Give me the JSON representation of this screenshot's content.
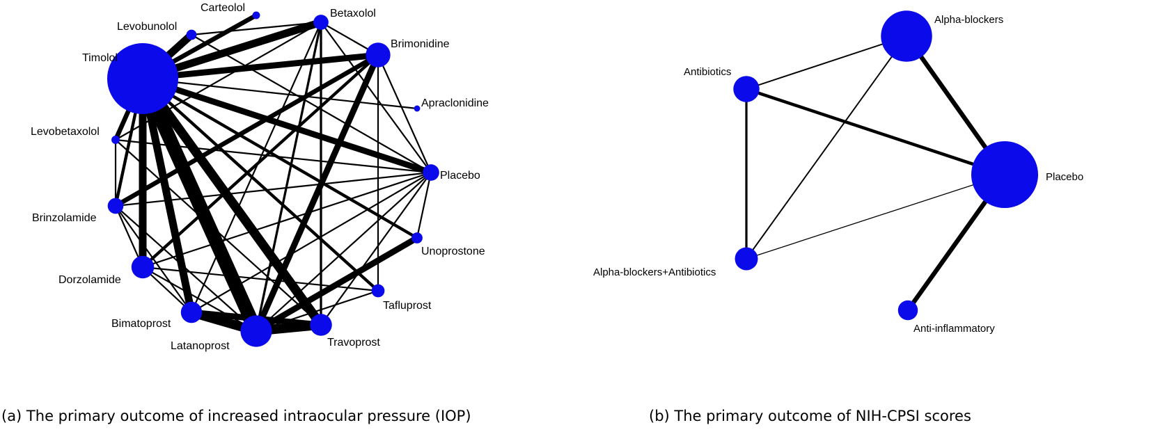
{
  "panels": [
    {
      "id": "a",
      "caption": "(a) The primary outcome of increased intraocular pressure (IOP)",
      "nodes": [
        {
          "id": "timolol",
          "label": "Timolol",
          "size": 0.98
        },
        {
          "id": "levobunolol",
          "label": "Levobunolol",
          "size": 0.09
        },
        {
          "id": "carteolol",
          "label": "Carteolol",
          "size": 0.05
        },
        {
          "id": "betaxolol",
          "label": "Betaxolol",
          "size": 0.16
        },
        {
          "id": "brimonidine",
          "label": "Brimonidine",
          "size": 0.3
        },
        {
          "id": "apraclonidine",
          "label": "Apraclonidine",
          "size": 0.03
        },
        {
          "id": "placebo",
          "label": "Placebo",
          "size": 0.18
        },
        {
          "id": "unoprostone",
          "label": "Unoprostone",
          "size": 0.1
        },
        {
          "id": "tafluprost",
          "label": "Tafluprost",
          "size": 0.13
        },
        {
          "id": "travoprost",
          "label": "Travoprost",
          "size": 0.26
        },
        {
          "id": "latanoprost",
          "label": "Latanoprost",
          "size": 0.4
        },
        {
          "id": "bimatoprost",
          "label": "Bimatoprost",
          "size": 0.25
        },
        {
          "id": "dorzolamide",
          "label": "Dorzolamide",
          "size": 0.27
        },
        {
          "id": "brinzolamide",
          "label": "Brinzolamide",
          "size": 0.17
        },
        {
          "id": "levobetaxolol",
          "label": "Levobetaxolol",
          "size": 0.06
        }
      ],
      "edges": [
        {
          "from": "timolol",
          "to": "levobunolol",
          "weight": 5
        },
        {
          "from": "timolol",
          "to": "carteolol",
          "weight": 3
        },
        {
          "from": "timolol",
          "to": "betaxolol",
          "weight": 5
        },
        {
          "from": "timolol",
          "to": "brimonidine",
          "weight": 4
        },
        {
          "from": "timolol",
          "to": "apraclonidine",
          "weight": 1
        },
        {
          "from": "timolol",
          "to": "placebo",
          "weight": 4
        },
        {
          "from": "timolol",
          "to": "unoprostone",
          "weight": 2
        },
        {
          "from": "timolol",
          "to": "tafluprost",
          "weight": 2
        },
        {
          "from": "timolol",
          "to": "travoprost",
          "weight": 6
        },
        {
          "from": "timolol",
          "to": "latanoprost",
          "weight": 9
        },
        {
          "from": "timolol",
          "to": "bimatoprost",
          "weight": 5
        },
        {
          "from": "timolol",
          "to": "dorzolamide",
          "weight": 5
        },
        {
          "from": "timolol",
          "to": "brinzolamide",
          "weight": 2
        },
        {
          "from": "timolol",
          "to": "levobetaxolol",
          "weight": 3
        },
        {
          "from": "levobunolol",
          "to": "betaxolol",
          "weight": 1
        },
        {
          "from": "levobunolol",
          "to": "placebo",
          "weight": 1
        },
        {
          "from": "betaxolol",
          "to": "brimonidine",
          "weight": 1
        },
        {
          "from": "betaxolol",
          "to": "latanoprost",
          "weight": 1.5
        },
        {
          "from": "betaxolol",
          "to": "travoprost",
          "weight": 1.5
        },
        {
          "from": "betaxolol",
          "to": "bimatoprost",
          "weight": 1
        },
        {
          "from": "betaxolol",
          "to": "levobetaxolol",
          "weight": 1
        },
        {
          "from": "betaxolol",
          "to": "placebo",
          "weight": 1
        },
        {
          "from": "brimonidine",
          "to": "latanoprost",
          "weight": 4
        },
        {
          "from": "brimonidine",
          "to": "dorzolamide",
          "weight": 2
        },
        {
          "from": "brimonidine",
          "to": "brinzolamide",
          "weight": 3
        },
        {
          "from": "brimonidine",
          "to": "placebo",
          "weight": 1
        },
        {
          "from": "brimonidine",
          "to": "tafluprost",
          "weight": 1
        },
        {
          "from": "placebo",
          "to": "travoprost",
          "weight": 1
        },
        {
          "from": "placebo",
          "to": "levobetaxolol",
          "weight": 1
        },
        {
          "from": "placebo",
          "to": "brinzolamide",
          "weight": 1
        },
        {
          "from": "placebo",
          "to": "dorzolamide",
          "weight": 1
        },
        {
          "from": "placebo",
          "to": "latanoprost",
          "weight": 1
        },
        {
          "from": "placebo",
          "to": "bimatoprost",
          "weight": 1
        },
        {
          "from": "placebo",
          "to": "unoprostone",
          "weight": 1
        },
        {
          "from": "unoprostone",
          "to": "latanoprost",
          "weight": 4
        },
        {
          "from": "tafluprost",
          "to": "latanoprost",
          "weight": 1
        },
        {
          "from": "tafluprost",
          "to": "dorzolamide",
          "weight": 1
        },
        {
          "from": "travoprost",
          "to": "latanoprost",
          "weight": 6
        },
        {
          "from": "travoprost",
          "to": "bimatoprost",
          "weight": 4
        },
        {
          "from": "latanoprost",
          "to": "bimatoprost",
          "weight": 6
        },
        {
          "from": "latanoprost",
          "to": "dorzolamide",
          "weight": 1
        },
        {
          "from": "latanoprost",
          "to": "brinzolamide",
          "weight": 1
        },
        {
          "from": "bimatoprost",
          "to": "dorzolamide",
          "weight": 1
        },
        {
          "from": "bimatoprost",
          "to": "brinzolamide",
          "weight": 1
        },
        {
          "from": "dorzolamide",
          "to": "brinzolamide",
          "weight": 1
        },
        {
          "from": "levobetaxolol",
          "to": "travoprost",
          "weight": 1
        },
        {
          "from": "levobetaxolol",
          "to": "brinzolamide",
          "weight": 1
        }
      ]
    },
    {
      "id": "b",
      "caption": "(b) The primary outcome of NIH-CPSI scores",
      "nodes": [
        {
          "id": "alpha_blockers",
          "label": "Alpha-blockers",
          "size": 0.75
        },
        {
          "id": "antibiotics",
          "label": "Antibiotics",
          "size": 0.35
        },
        {
          "id": "placebo_b",
          "label": "Placebo",
          "size": 1.0
        },
        {
          "id": "ab_antibiotics",
          "label": "Alpha-blockers+Antibiotics",
          "size": 0.3
        },
        {
          "id": "anti_inflammatory",
          "label": "Anti-inflammatory",
          "size": 0.25
        }
      ],
      "edges": [
        {
          "from": "alpha_blockers",
          "to": "antibiotics",
          "weight": 1.5
        },
        {
          "from": "alpha_blockers",
          "to": "placebo_b",
          "weight": 5
        },
        {
          "from": "alpha_blockers",
          "to": "ab_antibiotics",
          "weight": 1.5
        },
        {
          "from": "antibiotics",
          "to": "placebo_b",
          "weight": 3.5
        },
        {
          "from": "antibiotics",
          "to": "ab_antibiotics",
          "weight": 2.5
        },
        {
          "from": "placebo_b",
          "to": "ab_antibiotics",
          "weight": 1
        },
        {
          "from": "placebo_b",
          "to": "anti_inflammatory",
          "weight": 5
        }
      ]
    }
  ],
  "colors": {
    "node": "#0a0aea",
    "edge": "#000000"
  }
}
